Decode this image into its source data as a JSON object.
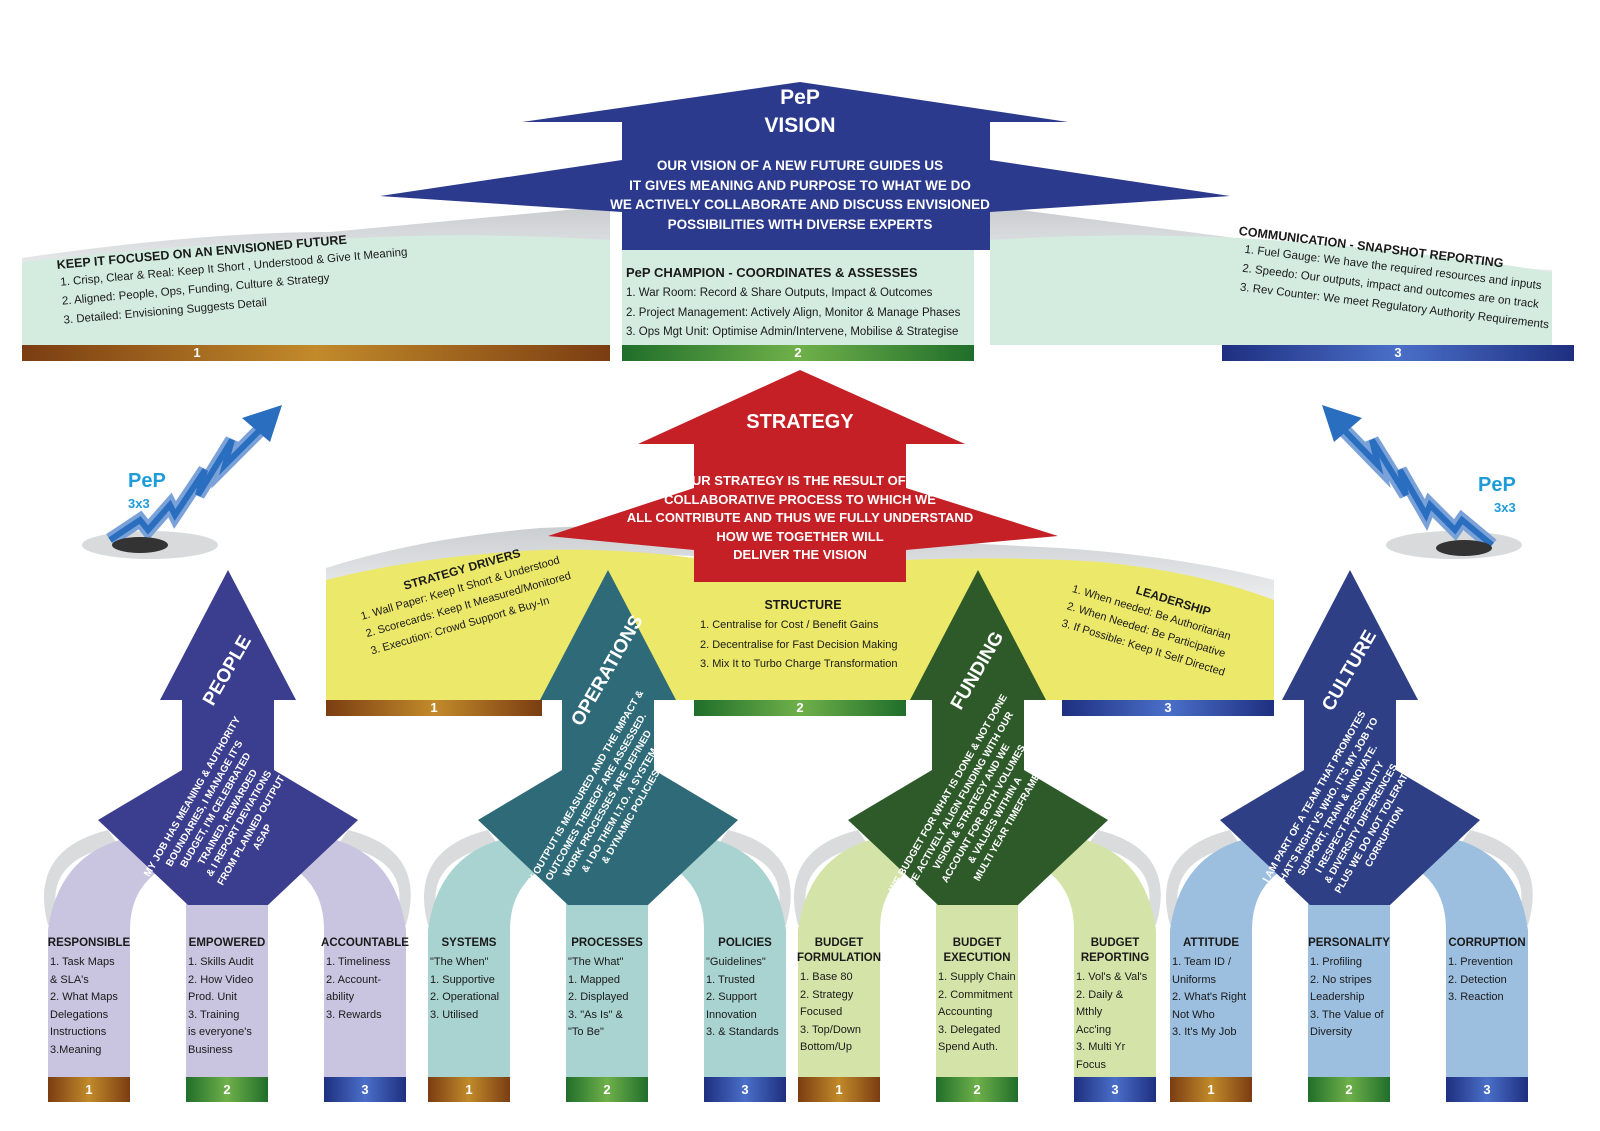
{
  "colors": {
    "vision_blue": "#2b3a8c",
    "strategy_red": "#c42026",
    "mint": "#d4ebe0",
    "yellow": "#ece86a",
    "people_purple": "#3b3d8e",
    "operations_teal": "#2e6a78",
    "funding_green": "#2e5a2a",
    "culture_navy": "#2e3f85",
    "label_cyan": "#1e9cd8"
  },
  "vision": {
    "title_line1": "PeP",
    "title_line2": "VISION",
    "body": [
      "OUR VISION OF A NEW FUTURE GUIDES US",
      "IT GIVES MEANING AND PURPOSE  TO WHAT WE DO",
      "WE ACTIVELY COLLABORATE AND DISCUSS ENVISIONED",
      "POSSIBILITIES WITH DIVERSE EXPERTS"
    ],
    "left_box": {
      "title": "KEEP IT FOCUSED ON AN ENVISIONED FUTURE",
      "items": [
        "1. Crisp, Clear & Real: Keep It Short , Understood & Give It Meaning",
        "2. Aligned: People, Ops, Funding, Culture & Strategy",
        "3. Detailed: Envisioning Suggests Detail"
      ],
      "number": "1"
    },
    "center_box": {
      "title": "PeP CHAMPION  - COORDINATES  &  ASSESSES",
      "items": [
        "1. War Room: Record & Share Outputs, Impact & Outcomes",
        "2. Project Management: Actively Align, Monitor & Manage Phases",
        "3. Ops Mgt Unit:  Optimise Admin/Intervene, Mobilise & Strategise"
      ],
      "number": "2"
    },
    "right_box": {
      "title": "COMMUNICATION - SNAPSHOT REPORTING",
      "items": [
        "1. Fuel Gauge: We have the required resources and inputs",
        "2. Speedo: Our outputs, impact and outcomes are on track",
        "3. Rev Counter: We meet Regulatory Authority Requirements"
      ],
      "number": "3"
    }
  },
  "strategy": {
    "title": "STRATEGY",
    "body": [
      "OUR STRATEGY IS THE RESULT OF A",
      "COLLABORATIVE PROCESS TO WHICH  WE",
      "ALL CONTRIBUTE AND THUS WE FULLY UNDERSTAND",
      "HOW  WE TOGETHER  WILL",
      "DELIVER THE VISION"
    ],
    "left_box": {
      "title": "STRATEGY DRIVERS",
      "items": [
        "1. Wall Paper: Keep It Short & Understood",
        "2. Scorecards: Keep It Measured/Monitored",
        "3. Execution:  Crowd Support &  Buy-In"
      ],
      "number": "1"
    },
    "center_box": {
      "title": "STRUCTURE",
      "items": [
        "1.  Centralise for Cost / Benefit Gains",
        "2. Decentralise for Fast Decision Making",
        "3. Mix It to Turbo Charge Transformation"
      ],
      "number": "2"
    },
    "right_box": {
      "title": "LEADERSHIP",
      "items": [
        "1. When needed: Be Authoritarian",
        "2. When Needed: Be Participative",
        "3. If Possible: Keep It Self Directed"
      ],
      "number": "3"
    }
  },
  "pep_badge": {
    "line1": "PeP",
    "line2": "3x3"
  },
  "pillars": [
    {
      "title": "PEOPLE",
      "body": [
        "MY JOB HAS MEANING & AUTHORITY",
        "BOUNDARIES, I MANAGE IT'S",
        "BUDGET, I'M CELEBRATED",
        "TRAINED, REWARDED",
        "& I REPORT DEVIATIONS",
        "FROM PLANNED OUTPUT",
        "ASAP"
      ],
      "feet": [
        {
          "title": [
            "RESPONSIBLE"
          ],
          "items": [
            "1. Task Maps",
            "& SLA's",
            "2. What Maps",
            "Delegations",
            "Instructions",
            "3.Meaning"
          ],
          "number": "1"
        },
        {
          "title": [
            "EMPOWERED"
          ],
          "items": [
            "1. Skills Audit",
            "2. How Video",
            "Prod. Unit",
            "3. Training",
            "is everyone's",
            "Business"
          ],
          "number": "2"
        },
        {
          "title": [
            "ACCOUNTABLE"
          ],
          "items": [
            "1. Timeliness",
            "2. Account-",
            "ability",
            "3. Rewards"
          ],
          "number": "3"
        }
      ]
    },
    {
      "title": "OPERATIONS",
      "body": [
        "MY OUTPUT IS MEASURED AND THE IMPACT &",
        "OUTCOMES THEREOF ARE ASSESSED.",
        "WORK PROCESSES ARE DEFINED",
        "& I DO THEM I.T.O. A SYSTEM",
        "& DYNAMIC POLICIES"
      ],
      "feet": [
        {
          "title": [
            "SYSTEMS"
          ],
          "items": [
            "\"The When\"",
            "1. Supportive",
            "2. Operational",
            "3. Utilised"
          ],
          "number": "1"
        },
        {
          "title": [
            "PROCESSES"
          ],
          "items": [
            "\"The What\"",
            "1. Mapped",
            "2. Displayed",
            "3. \"As Is\" &",
            "\"To Be\""
          ],
          "number": "2"
        },
        {
          "title": [
            "POLICIES"
          ],
          "items": [
            "\"Guidelines\"",
            "1. Trusted",
            "2. Support",
            "Innovation",
            "3. & Standards"
          ],
          "number": "3"
        }
      ]
    },
    {
      "title": "FUNDING",
      "body": [
        "WE BUDGET FOR WHAT IS DONE & NOT DONE",
        "WE ACTIVELY ALIGN FUNDING WITH OUR",
        "VISION & STRATEGY AND WE",
        "ACCOUNT FOR BOTH VOLUMES",
        "& VALUES WITHIN A",
        "MULTI YEAR TIMEFRAME"
      ],
      "feet": [
        {
          "title": [
            "BUDGET",
            "FORMULATION"
          ],
          "items": [
            "1. Base 80",
            "2. Strategy",
            "Focused",
            "3. Top/Down",
            "Bottom/Up"
          ],
          "number": "1"
        },
        {
          "title": [
            "BUDGET",
            "EXECUTION"
          ],
          "items": [
            "1. Supply Chain",
            "2. Commitment",
            "Accounting",
            "3. Delegated",
            "Spend Auth."
          ],
          "number": "2"
        },
        {
          "title": [
            "BUDGET",
            "REPORTING"
          ],
          "items": [
            "1. Vol's & Val's",
            "2. Daily &",
            "Mthly",
            "Acc'ing",
            "3. Multi Yr",
            "Focus"
          ],
          "number": "3"
        }
      ]
    },
    {
      "title": "CULTURE",
      "body": [
        "I AM PART OF A TEAM THAT PROMOTES",
        "WHAT'S RIGHT VS WHO. IT'S MY JOB TO",
        "SUPPORT, TRAIN & INNOVATE.",
        "I RESPECT PERSONALITY",
        "& DIVERSITY DIFFERENCES",
        "PLUS WE DO NOT TOLERATE",
        "CORRUPTION"
      ],
      "feet": [
        {
          "title": [
            "ATTITUDE"
          ],
          "items": [
            "1. Team ID /",
            "Uniforms",
            "2. What's Right",
            "Not  Who",
            "3. It's My Job"
          ],
          "number": "1"
        },
        {
          "title": [
            "PERSONALITY"
          ],
          "items": [
            "1. Profiling",
            "2. No stripes",
            "Leadership",
            "3. The Value of",
            "Diversity"
          ],
          "number": "2"
        },
        {
          "title": [
            "CORRUPTION"
          ],
          "items": [
            "1. Prevention",
            "2. Detection",
            "3. Reaction"
          ],
          "number": "3"
        }
      ]
    }
  ]
}
